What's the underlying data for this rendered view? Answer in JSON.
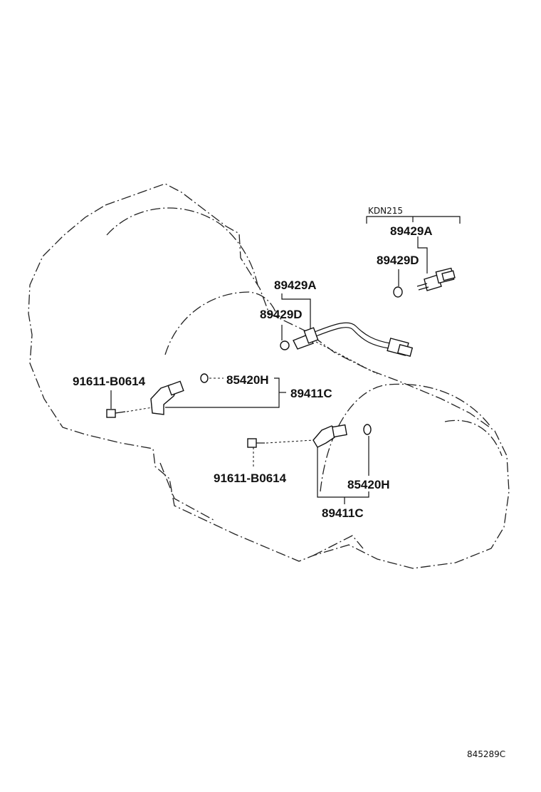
{
  "variant_label": "KDN215",
  "labels": {
    "upper_right_a": "89429A",
    "upper_right_d": "89429D",
    "center_a": "89429A",
    "center_d": "89429D",
    "left_bolt": "91611-B0614",
    "left_oring": "85420H",
    "left_sensor": "89411C",
    "lower_bolt": "91611-B0614",
    "lower_oring": "85420H",
    "lower_sensor": "89411C"
  },
  "illustration_code": "845289C"
}
